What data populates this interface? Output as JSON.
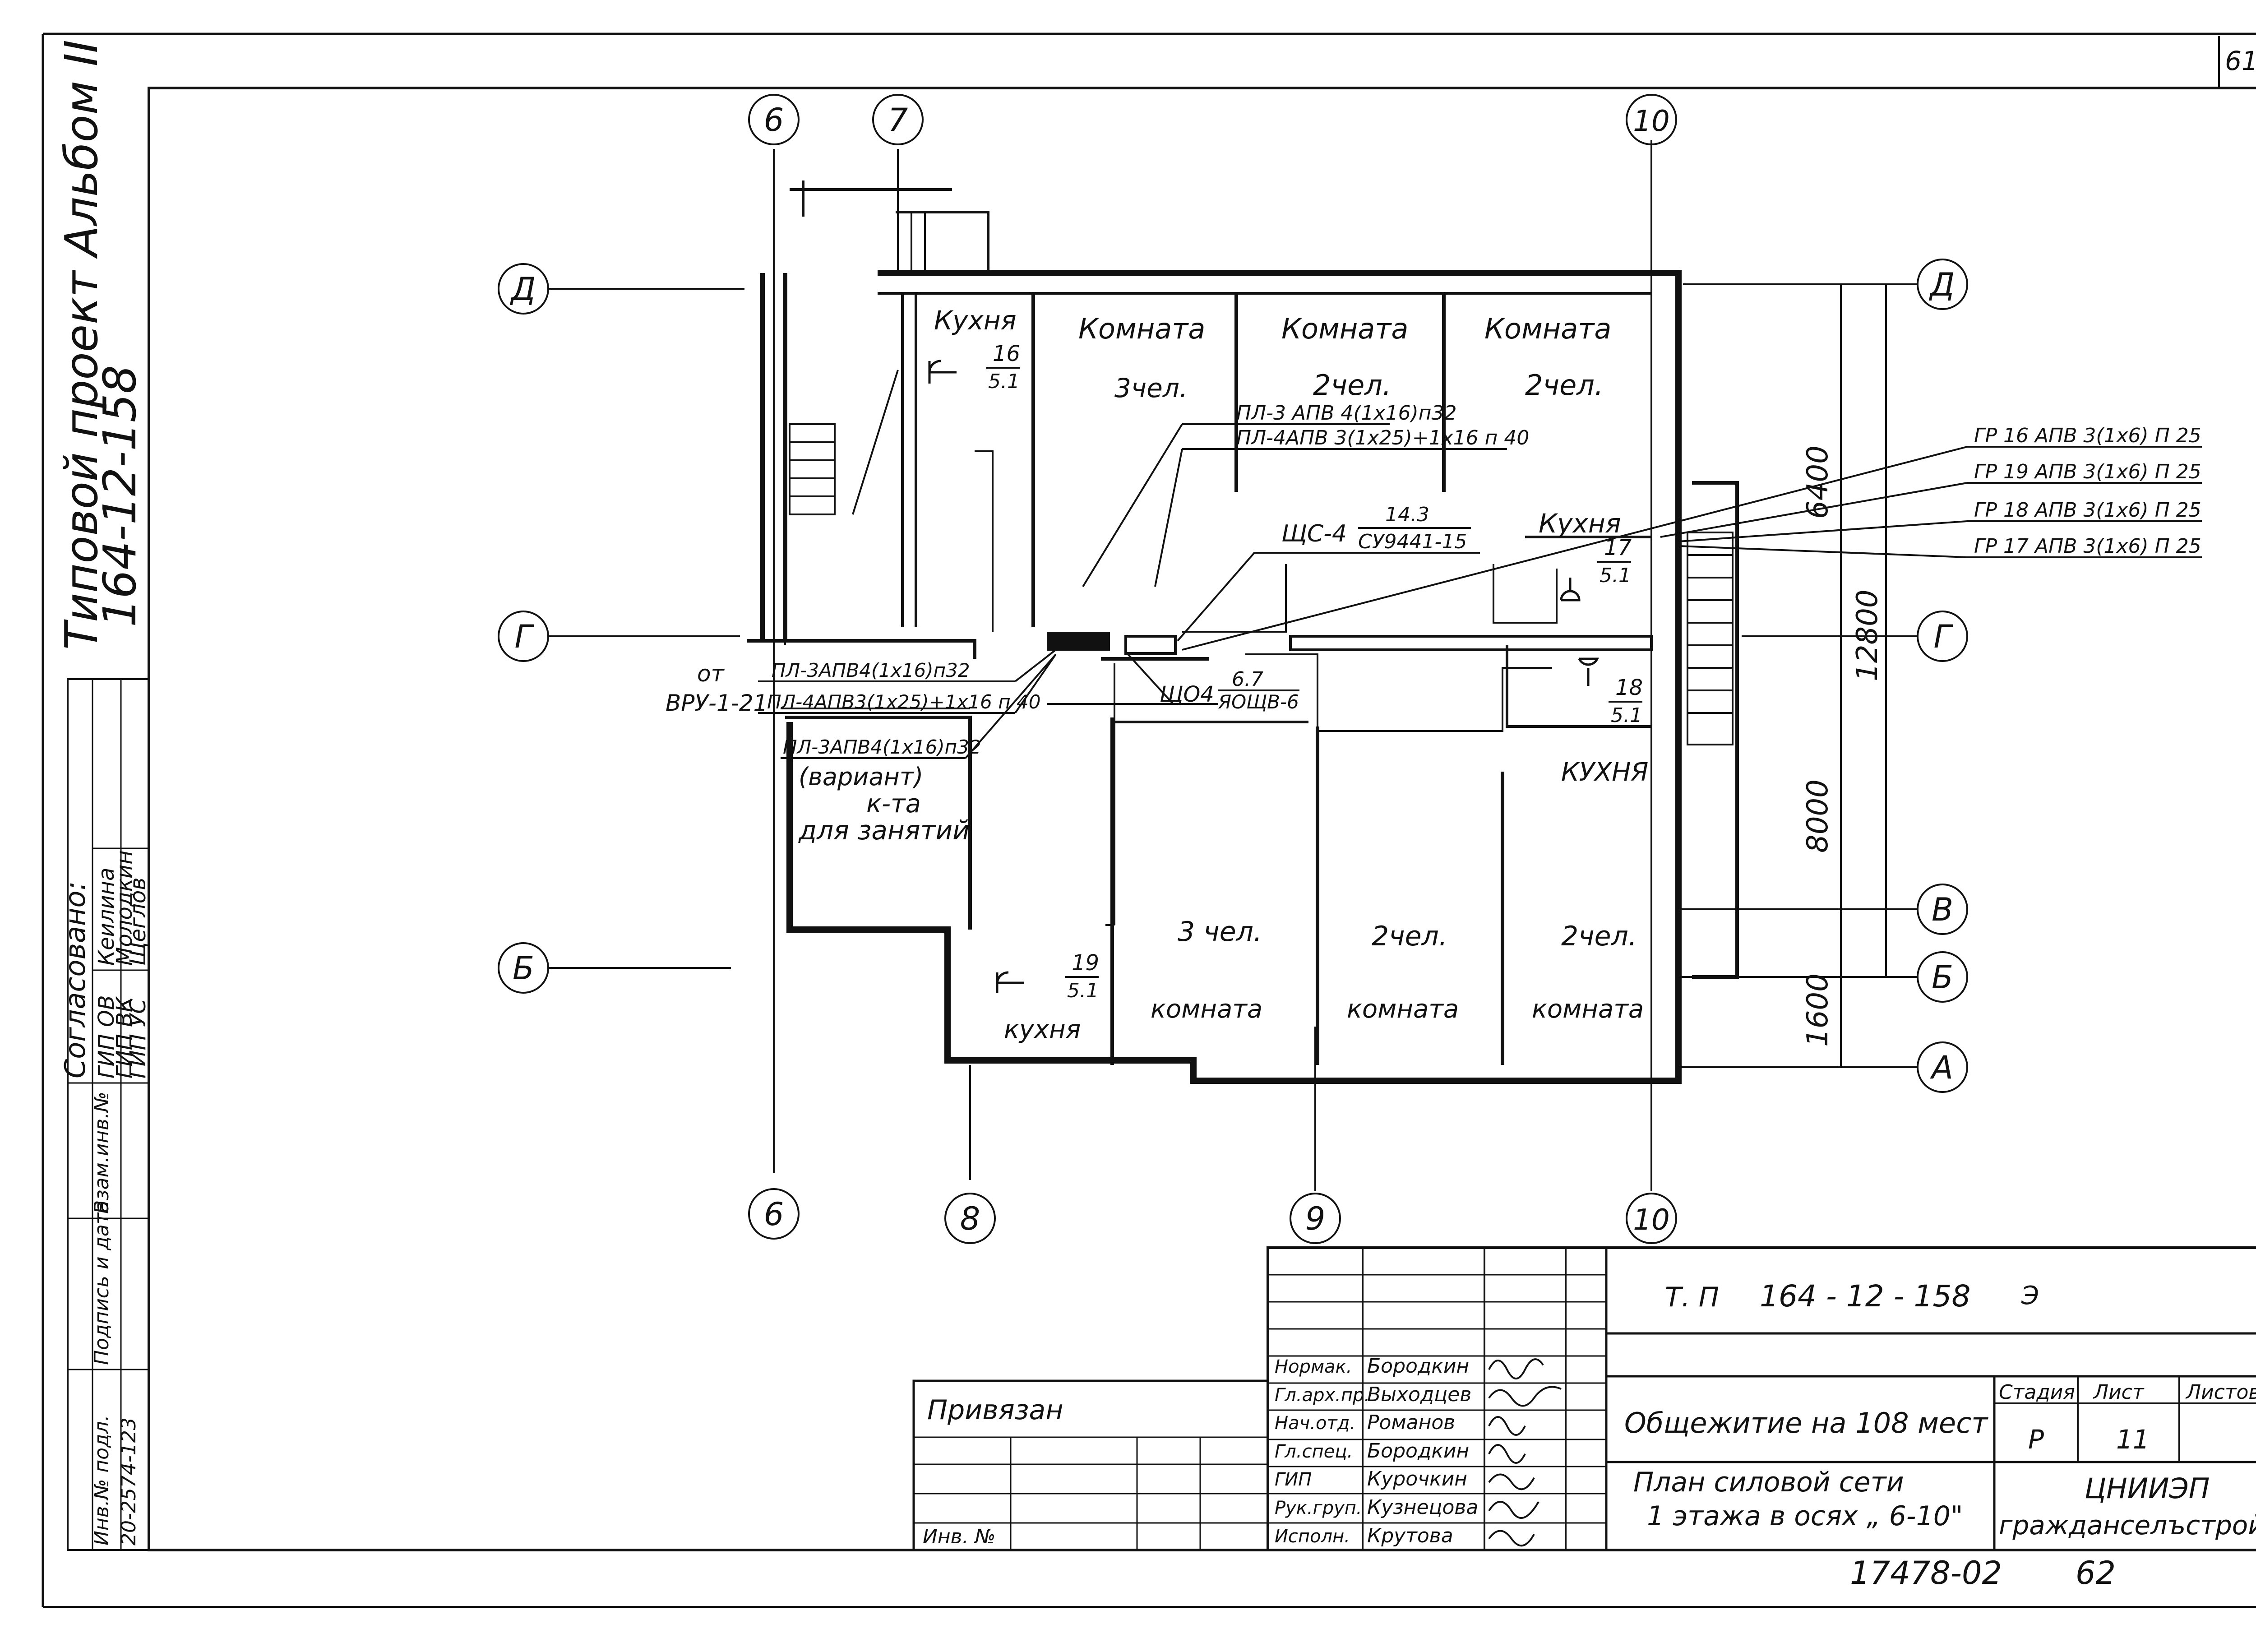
{
  "sheet_number_corner": "61",
  "album": "Типовой проект Альбом II",
  "project_code_vertical": "164-12-158",
  "axes": {
    "a6": "6",
    "a7": "7",
    "a8": "8",
    "a9": "9",
    "a10": "10",
    "rD": "Д",
    "rG": "Г",
    "rB": "Б",
    "rV": "В",
    "rA": "А"
  },
  "rooms": {
    "kitchen_top_left": "Кухня",
    "room1_title": "Комната",
    "room1_persons": "3чел.",
    "room2_title": "Комната",
    "room2_persons": "2чел.",
    "room3_title": "Комната",
    "room3_persons": "2чел.",
    "kitchen_right_mid": "Кухня",
    "kitchen_right_low": "КУХНЯ",
    "study_name": "к-та",
    "study_purpose": "для занятий",
    "study_variant": "(вариант)",
    "kitchen_bottom": "кухня",
    "room4_persons": "3 чел.",
    "room4_title": "комната",
    "room5_persons": "2чел.",
    "room5_title": "комната",
    "room6_persons": "2чел.",
    "room6_title": "комната"
  },
  "fractions": {
    "f16_top": "16",
    "f16_bot": "5.1",
    "f17_top": "17",
    "f17_bot": "5.1",
    "f18_top": "18",
    "f18_bot": "5.1",
    "f19_top": "19",
    "f19_bot": "5.1",
    "f143_top": "14.3",
    "f143_bot": "СУ9441-15",
    "f67_top": "6.7",
    "f67_bot": "ЯОЩВ-6"
  },
  "panels": {
    "shs4": "ЩС-4",
    "sho4": "ЩО4"
  },
  "cables": {
    "pl3_top": "ПЛ-3 АПВ 4(1х16)п32",
    "pl4_top": "ПЛ-4АПВ 3(1х25)+1х16 п 40",
    "ot_label": "от",
    "vru_label": "ВРУ-1-21",
    "pl3_left": "ПЛ-3АПВ4(1х16)п32",
    "pl4_left": "ПЛ-4АПВ3(1х25)+1х16 п 40",
    "pl3_variant": "ПЛ-3АПВ4(1х16)п32",
    "gr16": "ГР 16 АПВ 3(1х6) П 25",
    "gr19": "ГР 19 АПВ 3(1х6) П 25",
    "gr18": "ГР 18 АПВ 3(1х6) П 25",
    "gr17": "ГР 17 АПВ 3(1х6) П 25"
  },
  "dims": {
    "d6400": "6400",
    "d12800": "12800",
    "d8000": "8000",
    "d1600": "1600"
  },
  "approvals": {
    "header": "Согласовано:",
    "rows": [
      {
        "role": "ГИП ОВ",
        "name": "Кеилина"
      },
      {
        "role": "ГИП ВК",
        "name": "Молодкин"
      },
      {
        "role": "ГИП УС",
        "name": "Щеглов"
      }
    ]
  },
  "left_strip": {
    "inv_no_label": "Инв.№ подл.",
    "sign_date_label": "Подпись и дата",
    "replace_label": "Взам.инв.№",
    "inv_no_value": "20-2574-123"
  },
  "title_block": {
    "code": "Т. П",
    "number": "164 - 12 - 158",
    "section": "Э",
    "privyazan": "Привязан",
    "inv_no": "Инв. №",
    "people": [
      {
        "role": "Нормак.",
        "name": "Бородкин"
      },
      {
        "role": "Гл.арх.пр.",
        "name": "Выходцев"
      },
      {
        "role": "Нач.отд.",
        "name": "Романов"
      },
      {
        "role": "Гл.спец.",
        "name": "Бородкин"
      },
      {
        "role": "ГИП",
        "name": "Курочкин"
      },
      {
        "role": "Рук.груп.",
        "name": "Кузнецова"
      },
      {
        "role": "Исполн.",
        "name": "Крутова"
      }
    ],
    "building": "Общежитие на 108 мест",
    "drawing_line1": "План силовой сети",
    "drawing_line2": "1 этажа в осях „ 6-10\"",
    "stage_label": "Стадия",
    "sheet_label": "Лист",
    "sheets_label": "Листов",
    "stage": "Р",
    "sheet": "11",
    "org_line1": "ЦНИИЭП",
    "org_line2": "гражданселъстрой"
  },
  "footer": {
    "archive": "17478-02",
    "page": "62"
  }
}
